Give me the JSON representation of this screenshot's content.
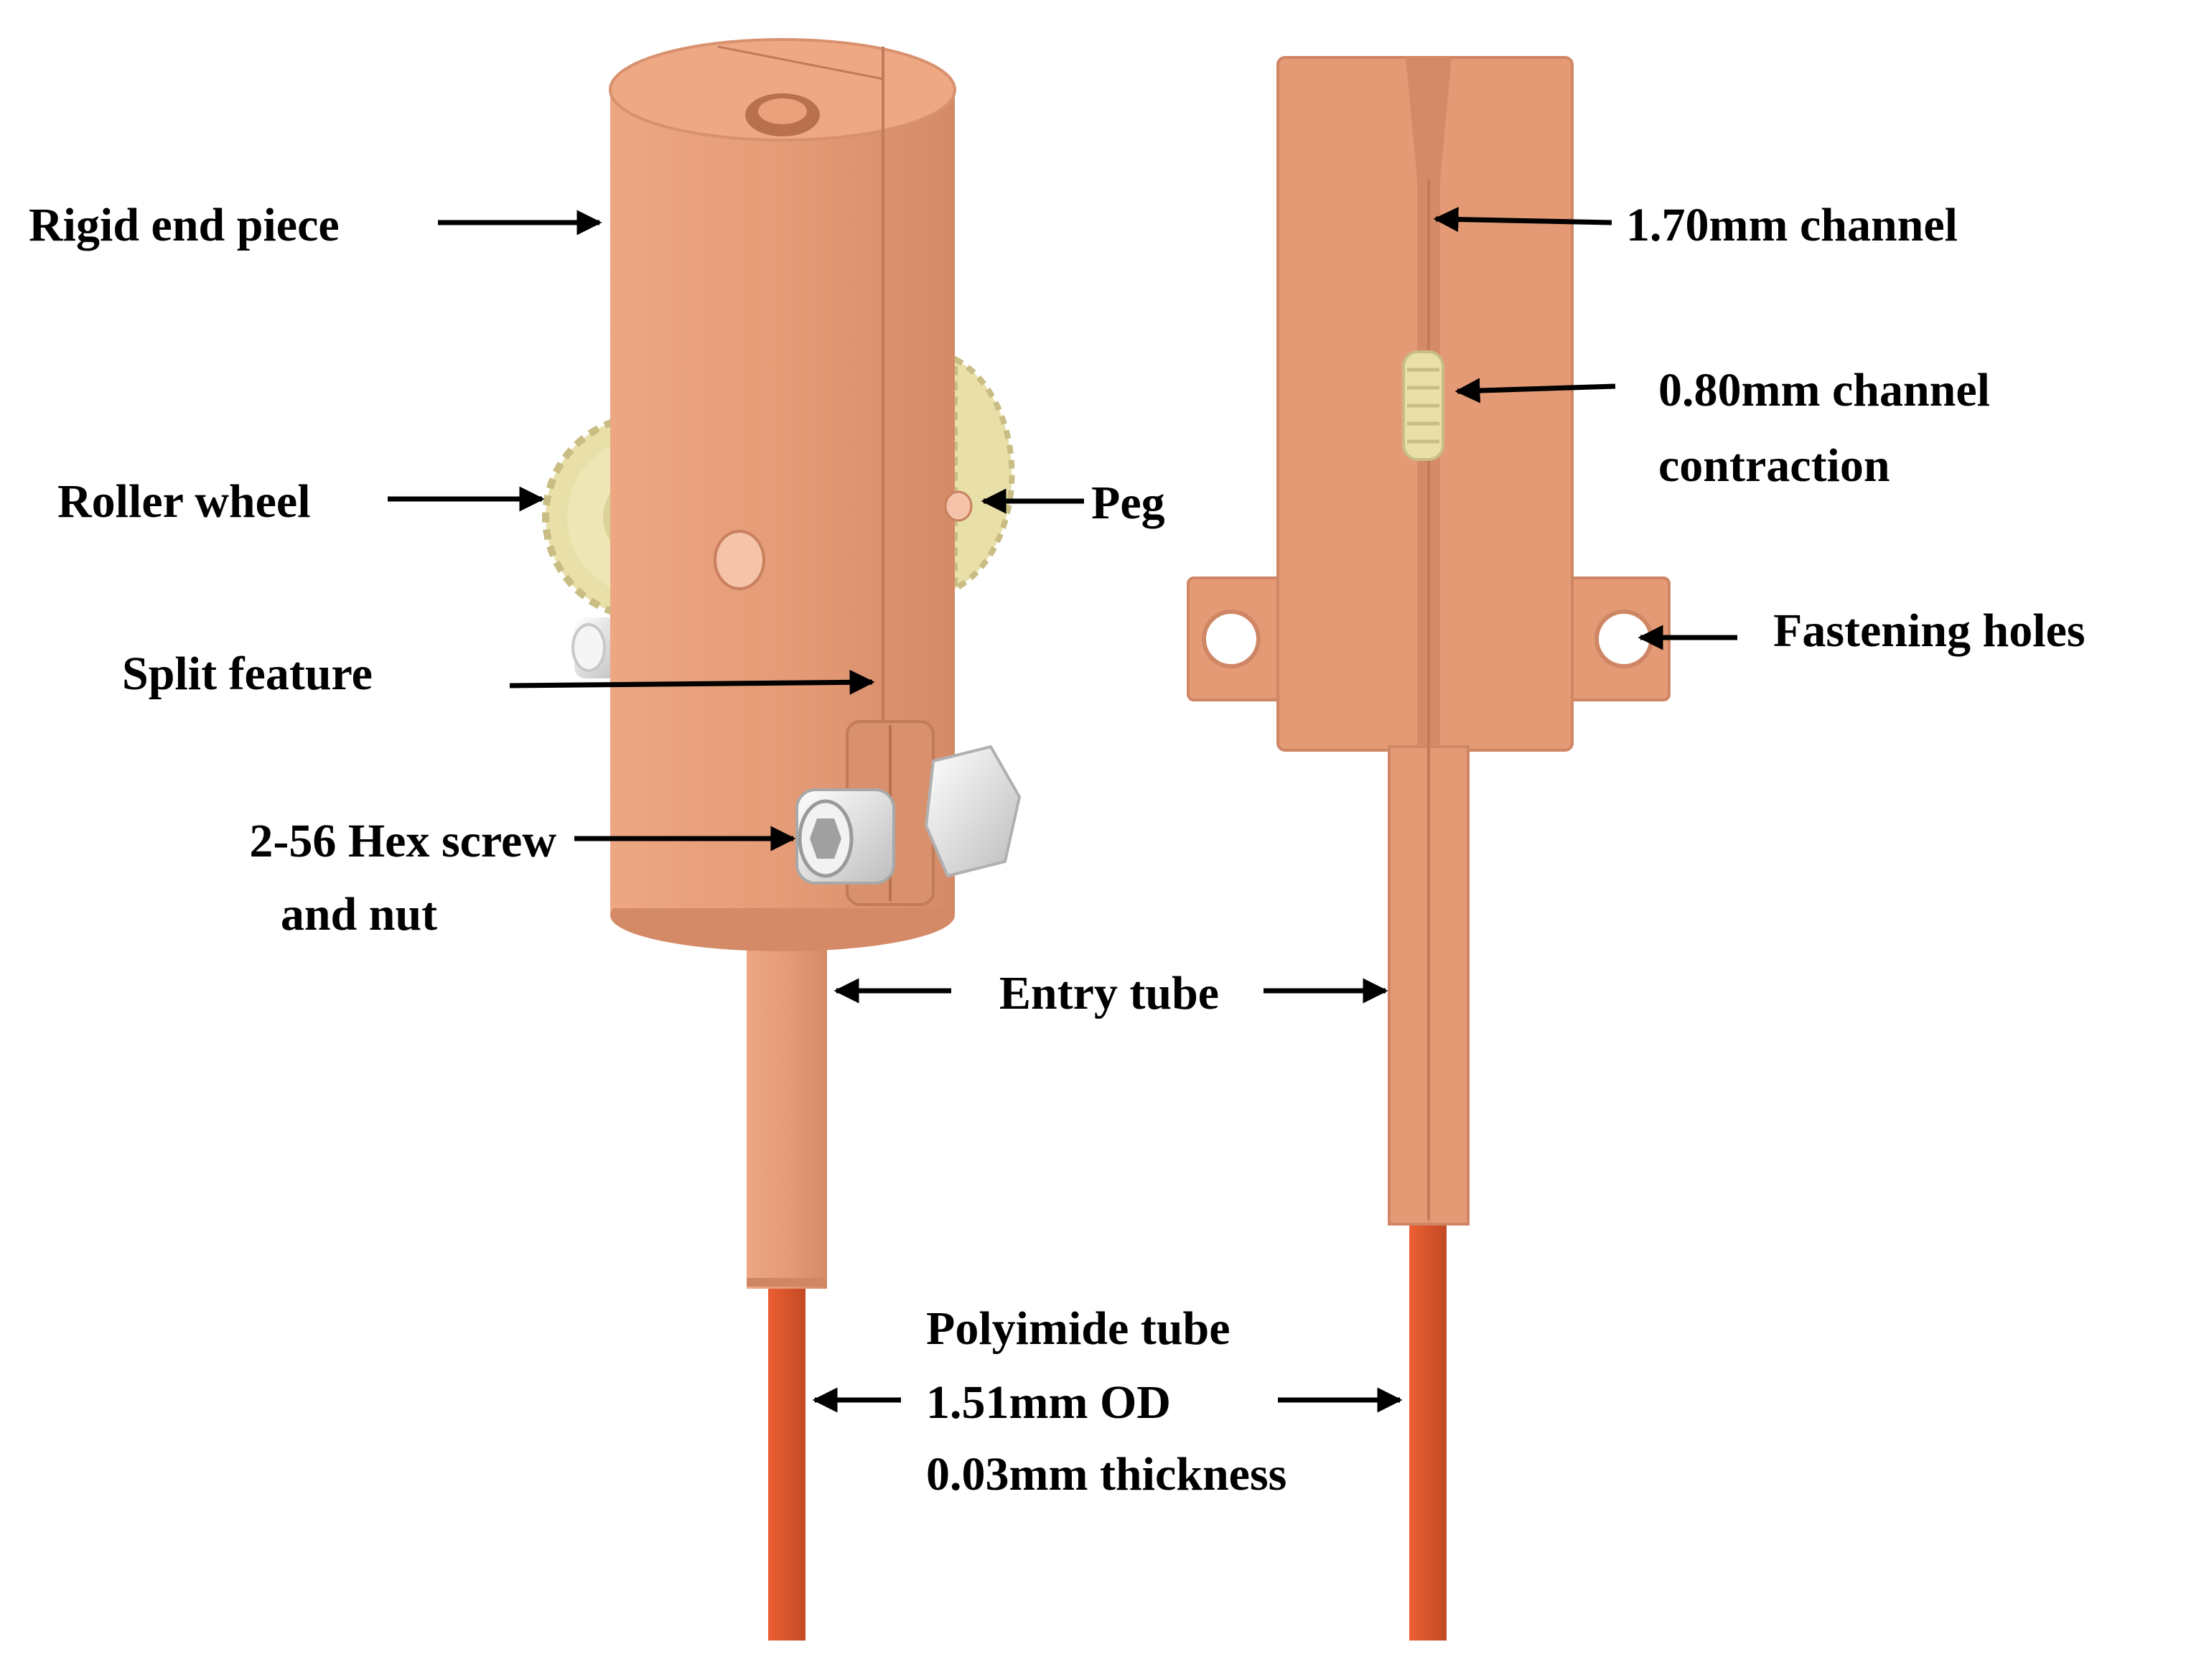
{
  "labels": {
    "rigid_end_piece": "Rigid end piece",
    "roller_wheel": "Roller wheel",
    "split_feature": "Split feature",
    "hex_screw_line1": "2-56 Hex screw",
    "hex_screw_line2": "and nut",
    "peg": "Peg",
    "channel_170": "1.70mm channel",
    "contraction_line1": "0.80mm channel",
    "contraction_line2": "contraction",
    "fastening_holes": "Fastening holes",
    "entry_tube": "Entry tube",
    "polyimide_line1": "Polyimide tube",
    "polyimide_line2": "1.51mm OD",
    "polyimide_line3": "0.03mm thickness"
  },
  "colors": {
    "body": "#e49a75",
    "body_shade": "#cf8664",
    "body_light": "#eea884",
    "wheel": "#e8e0a8",
    "wheel_shade": "#c9bd84",
    "polyimide": "#d8582e",
    "screw": "#e6e6e6",
    "arrow": "#000000"
  }
}
